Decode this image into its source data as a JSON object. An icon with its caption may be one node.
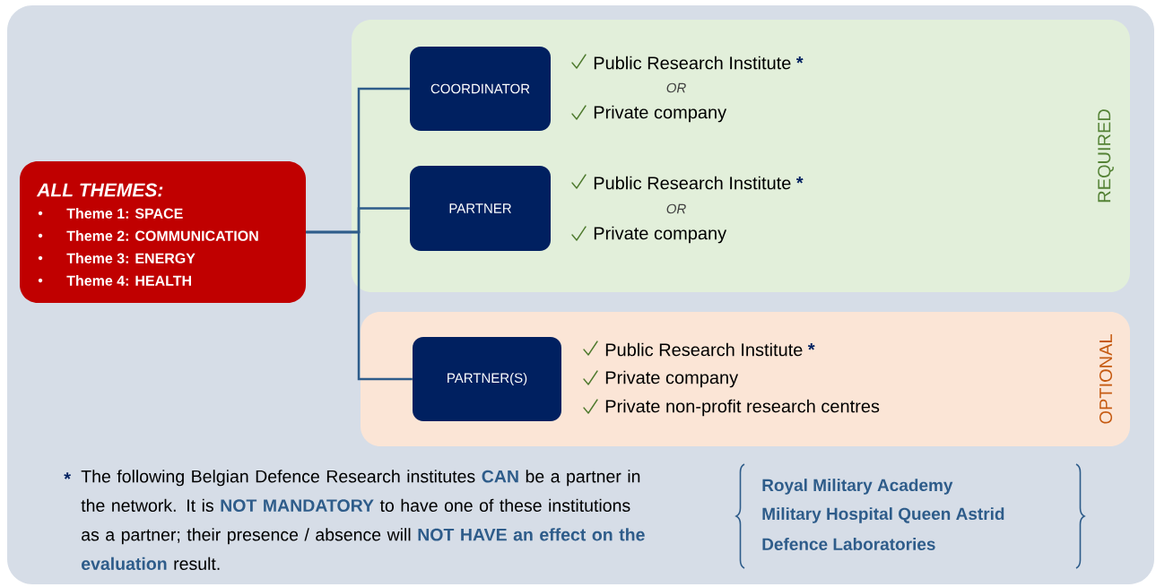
{
  "diagram": {
    "nodes": [
      {
        "text": [
          "ALL THEMES:",
          "Theme 1: SPACE",
          "Theme 2: COMMUNICATION",
          "Theme 3: ENERGY",
          "Theme 4: HEALTH"
        ]
      },
      {
        "text": [
          "REQUIRED"
        ]
      },
      {
        "text": [
          "COORDINATOR"
        ],
        "in": 1,
        "beside": [
          "Public Research Institute",
          "*",
          "OR",
          "Private company"
        ]
      },
      {
        "text": [
          "PARTNER"
        ],
        "in": 1,
        "beside": [
          "Public Research Institute",
          "*",
          "OR",
          "Private company"
        ]
      },
      {
        "text": [
          "OPTIONAL"
        ]
      },
      {
        "text": [
          "PARTNER(S)"
        ],
        "in": 4,
        "beside": [
          "Public Research Institute",
          "*",
          "Private company",
          "Private non-profit research centres"
        ]
      }
    ],
    "edges": [
      {
        "from": 0,
        "to": 2,
        "arrow": "none"
      },
      {
        "from": 0,
        "to": 3,
        "arrow": "none"
      },
      {
        "from": 0,
        "to": 5,
        "arrow": "none"
      }
    ],
    "labels": [
      "*",
      "The following Belgian Defence Research institutes **CAN** be a partner in the network. It is **NOT MANDATORY** to have one of these institutions as a partner; their presence / absence will **NOT HAVE an effect on the evaluation** result.",
      "Royal Military Academy",
      "Military Hospital Queen Astrid",
      "Defence Laboratories"
    ]
  }
}
